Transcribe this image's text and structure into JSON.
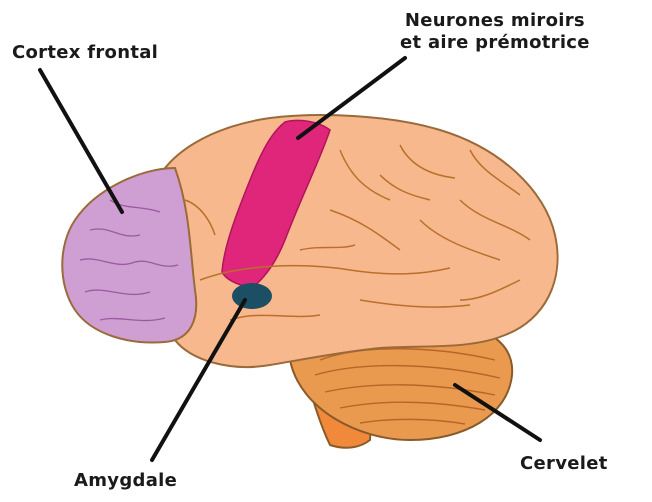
{
  "labels": {
    "frontal": "Cortex frontal",
    "mirror_line1": "Neurones miroirs",
    "mirror_line2": "et aire prémotrice",
    "amygdala": "Amygdale",
    "cerebellum": "Cervelet"
  },
  "colors": {
    "cortex": "#f7b88e",
    "cortex_outline": "#9a6a3a",
    "frontal": "#cf9ed2",
    "premotor": "#e0267a",
    "amygdala": "#1c4f63",
    "cerebellum": "#ea9a4e",
    "brainstem": "#f08a3a",
    "leader": "#111111"
  }
}
